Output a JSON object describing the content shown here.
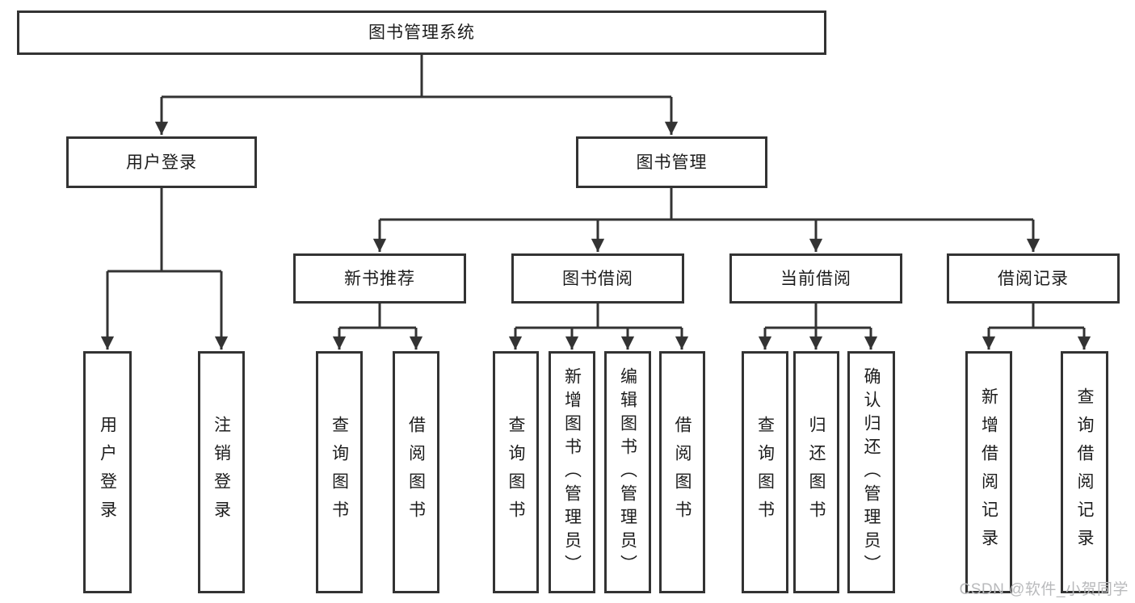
{
  "diagram": {
    "root": "图书管理系统",
    "level2": {
      "user_login": "用户登录",
      "book_mgmt": "图书管理"
    },
    "level3": {
      "new_books": "新书推荐",
      "borrow": "图书借阅",
      "current": "当前借阅",
      "records": "借阅记录"
    },
    "leaves": {
      "user_login": [
        "用户登录",
        "注销登录"
      ],
      "new_books": [
        "查询图书",
        "借阅图书"
      ],
      "borrow": [
        "查询图书",
        "新增图书（管理员）",
        "编辑图书（管理员）",
        "借阅图书"
      ],
      "current": [
        "查询图书",
        "归还图书",
        "确认归还（管理员）"
      ],
      "records": [
        "新增借阅记录",
        "查询借阅记录"
      ]
    }
  },
  "watermark": "CSDN @软件_小贺同学",
  "colors": {
    "line": "#333333",
    "text": "#1c1c1c",
    "background": "#ffffff",
    "watermark": "#b9babc"
  }
}
